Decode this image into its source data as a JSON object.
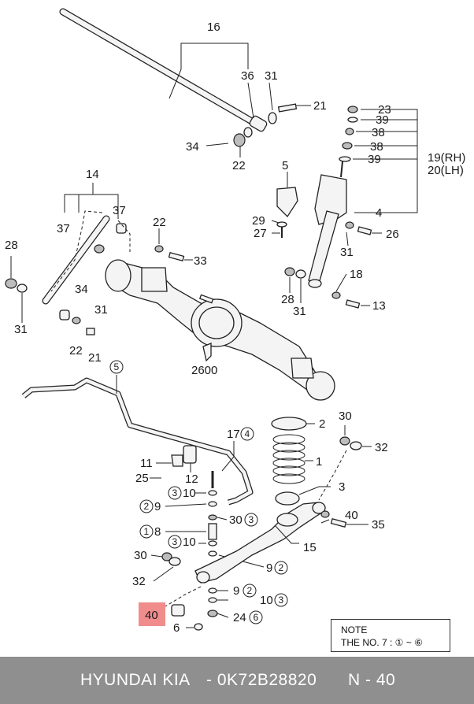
{
  "labels": {
    "l16": "16",
    "l36": "36",
    "l31a": "31",
    "l21a": "21",
    "l34a": "34",
    "l22a": "22",
    "l23": "23",
    "l39a": "39",
    "l38a": "38",
    "l38b": "38",
    "l39b": "39",
    "l19": "19(RH)",
    "l20": "20(LH)",
    "l4": "4",
    "l5": "5",
    "l29": "29",
    "l27": "27",
    "l26": "26",
    "l31b": "31",
    "l14": "14",
    "l37a": "37",
    "l37b": "37",
    "l22b": "22",
    "l33": "33",
    "l28a": "28",
    "l31c": "31",
    "l34b": "34",
    "l31d": "31",
    "l22c": "22",
    "l21b": "21",
    "l18": "18",
    "l28b": "28",
    "l31e": "31",
    "l13": "13",
    "l2600": "2600",
    "l5c": "5",
    "l2": "2",
    "l30a": "30",
    "l32a": "32",
    "l1": "1",
    "l3": "3",
    "l17": "17",
    "l11": "11",
    "l12": "12",
    "l25": "25",
    "l10a": "10",
    "l9a": "9",
    "l30b": "30",
    "l8": "8",
    "l10b": "10",
    "l40a": "40",
    "l35": "35",
    "l15": "15",
    "l30c": "30",
    "l32b": "32",
    "l9b": "9",
    "l9c": "9",
    "l10c": "10",
    "l24": "24",
    "l40b": "40",
    "l6": "6"
  },
  "circled": {
    "c5": "5",
    "c4": "4",
    "c3a": "3",
    "c2a": "2",
    "c3b": "3",
    "c1": "1",
    "c3c": "3",
    "c2b": "2",
    "c2c": "2",
    "c3d": "3",
    "c6": "6"
  },
  "note": {
    "title": "NOTE",
    "text": "THE NO. 7 : ① ~ ⑥"
  },
  "footer": {
    "brand": "HYUNDAI  KIA",
    "part_number": "- 0K72B28820",
    "page": "N - 40"
  }
}
